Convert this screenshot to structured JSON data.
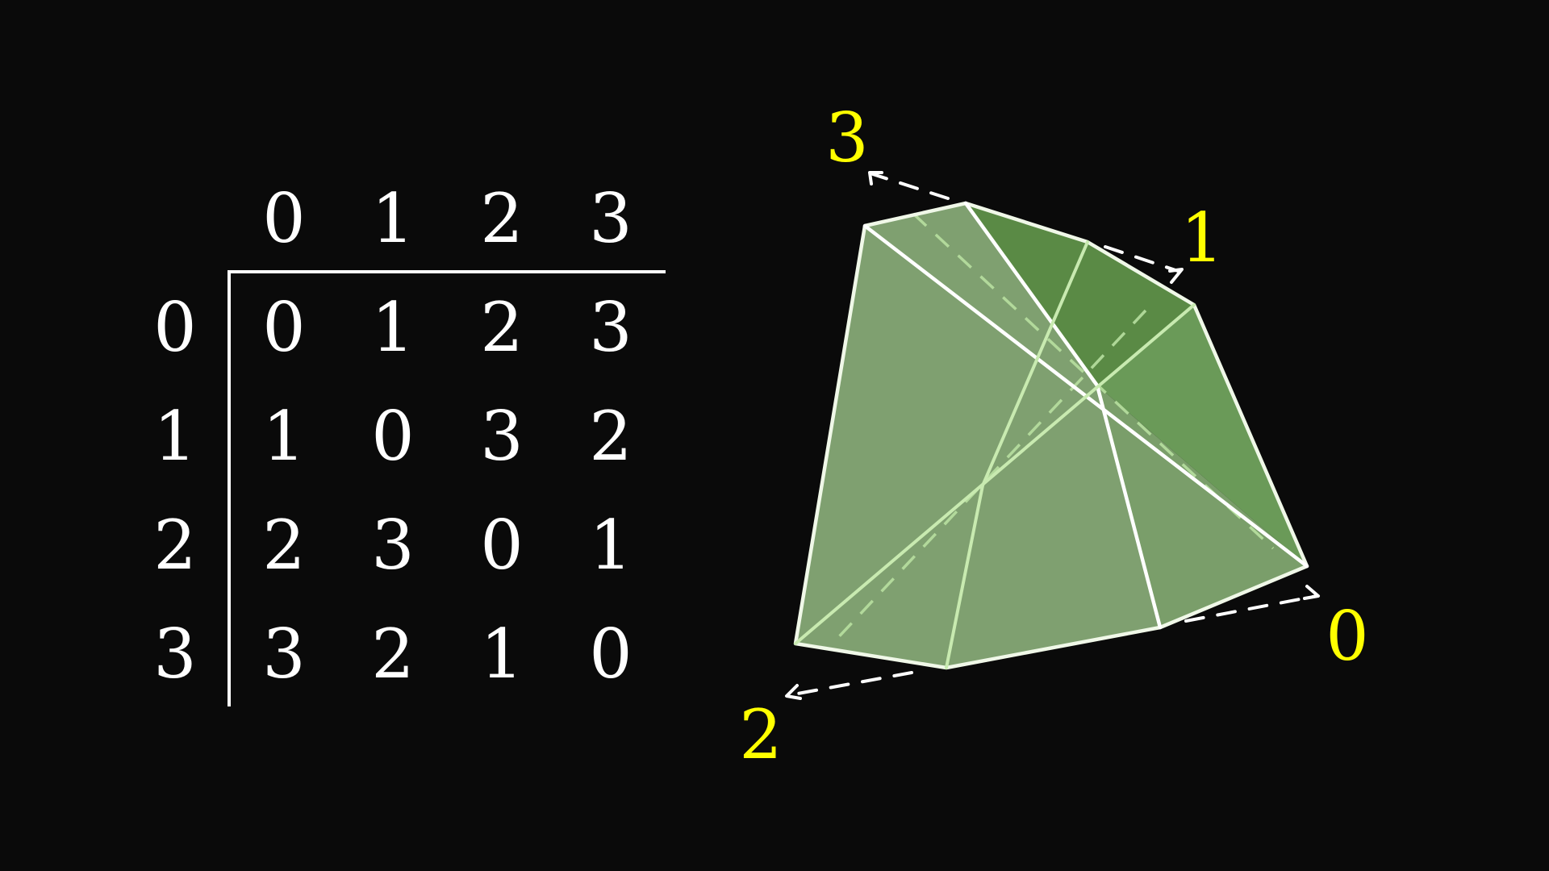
{
  "table": {
    "column_headers": [
      "0",
      "1",
      "2",
      "3"
    ],
    "row_headers": [
      "0",
      "1",
      "2",
      "3"
    ],
    "cells": [
      [
        "0",
        "1",
        "2",
        "3"
      ],
      [
        "1",
        "0",
        "3",
        "2"
      ],
      [
        "2",
        "3",
        "0",
        "1"
      ],
      [
        "3",
        "2",
        "1",
        "0"
      ]
    ]
  },
  "diagram": {
    "axis_labels": [
      "0",
      "1",
      "2",
      "3"
    ],
    "colors": {
      "background": "#0a0a0a",
      "text": "#ffffff",
      "axis_label": "#ffff00",
      "face_light": "#7fa070",
      "face_mid": "#6a9a58",
      "face_dark": "#5a8a45",
      "edge": "#ffffff",
      "hidden_edge": "#b8e0a0"
    }
  }
}
